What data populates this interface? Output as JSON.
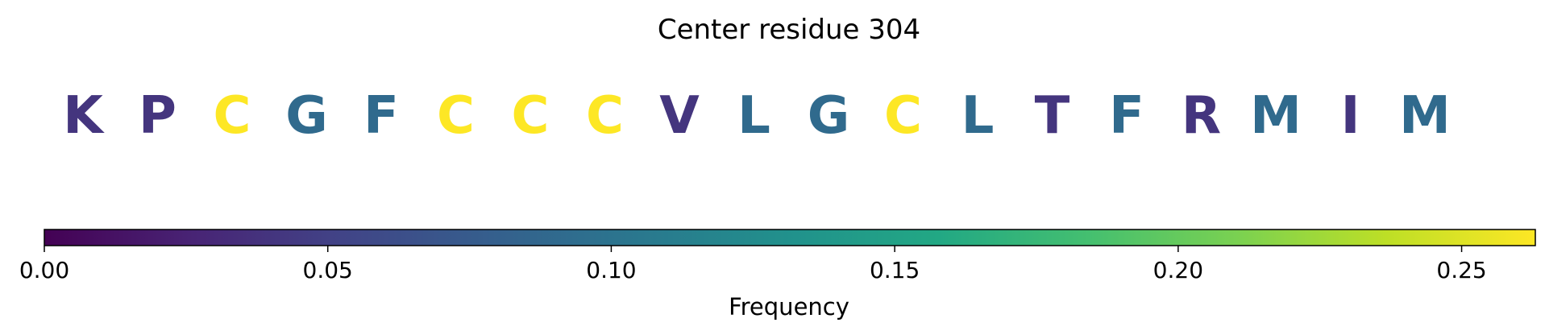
{
  "chart_data": {
    "type": "sequence-logo",
    "title": "Center residue 304",
    "residues": [
      {
        "letter": "K",
        "frequency": 0.04
      },
      {
        "letter": "P",
        "frequency": 0.04
      },
      {
        "letter": "C",
        "frequency": 0.263
      },
      {
        "letter": "G",
        "frequency": 0.09
      },
      {
        "letter": "F",
        "frequency": 0.09
      },
      {
        "letter": "C",
        "frequency": 0.263
      },
      {
        "letter": "C",
        "frequency": 0.263
      },
      {
        "letter": "C",
        "frequency": 0.263
      },
      {
        "letter": "V",
        "frequency": 0.04
      },
      {
        "letter": "L",
        "frequency": 0.09
      },
      {
        "letter": "G",
        "frequency": 0.09
      },
      {
        "letter": "C",
        "frequency": 0.263
      },
      {
        "letter": "L",
        "frequency": 0.09
      },
      {
        "letter": "T",
        "frequency": 0.04
      },
      {
        "letter": "F",
        "frequency": 0.09
      },
      {
        "letter": "R",
        "frequency": 0.04
      },
      {
        "letter": "M",
        "frequency": 0.09
      },
      {
        "letter": "I",
        "frequency": 0.04
      },
      {
        "letter": "M",
        "frequency": 0.09
      }
    ],
    "colorbar": {
      "label": "Frequency",
      "colormap": "viridis",
      "range": [
        0,
        0.263
      ],
      "ticks": [
        {
          "value": 0.0,
          "label": "0.00"
        },
        {
          "value": 0.05,
          "label": "0.05"
        },
        {
          "value": 0.1,
          "label": "0.10"
        },
        {
          "value": 0.15,
          "label": "0.15"
        },
        {
          "value": 0.2,
          "label": "0.20"
        },
        {
          "value": 0.25,
          "label": "0.25"
        }
      ]
    }
  }
}
